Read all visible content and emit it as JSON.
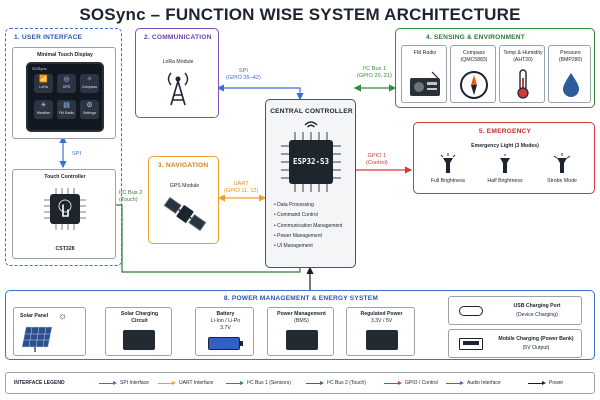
{
  "title": "SOSync – FUNCTION WISE SYSTEM ARCHITECTURE",
  "colors": {
    "spi": "#3a6fd8",
    "uart": "#f0a030",
    "i2c_sensors": "#2f8f3a",
    "i2c_touch": "#2e7d32",
    "gpio": "#d23a3a",
    "audio": "#7b4fc4",
    "power": "#1b1b1b"
  },
  "user_interface": {
    "title": "1. USER INTERFACE",
    "display_label": "Minimal Touch Display",
    "status_time": "SOSync",
    "apps": [
      {
        "label": "LoRa",
        "icon": "lora-icon",
        "glyph": "📶"
      },
      {
        "label": "GPS",
        "icon": "gps-icon",
        "glyph": "◎"
      },
      {
        "label": "Compass",
        "icon": "compass-icon",
        "glyph": "✧"
      },
      {
        "label": "Weather",
        "icon": "weather-icon",
        "glyph": "☀"
      },
      {
        "label": "FM Radio",
        "icon": "radio-icon",
        "glyph": "▤"
      },
      {
        "label": "Settings",
        "icon": "gear-icon",
        "glyph": "⚙"
      }
    ],
    "bus_label": "SPI",
    "touch_label": "Touch Controller",
    "touch_chip": "CST328"
  },
  "communication": {
    "title": "2. COMMUNICATION",
    "module": "LoRa Module",
    "bus": "SPI",
    "pins": "(GPIO 35–42)"
  },
  "sensing": {
    "title": "4. SENSING & ENVIRONMENT",
    "bus": "I²C Bus 1",
    "pins": "(GPIO 20, 21)",
    "items": [
      {
        "name": "FM Radio",
        "sub": ""
      },
      {
        "name": "Compass",
        "sub": "(QMC5883)"
      },
      {
        "name": "Temp & Humidity",
        "sub": "(AHT20)"
      },
      {
        "name": "Pressure",
        "sub": "(BMP280)"
      }
    ]
  },
  "controller": {
    "title": "CENTRAL CONTROLLER",
    "chip": "ESP32-S3",
    "functions": [
      "Data Processing",
      "Command Control",
      "Communication Management",
      "Power Management",
      "UI Management"
    ]
  },
  "navigation": {
    "title": "3. NAVIGATION",
    "module": "GPS Module",
    "bus": "UART",
    "pins": "(GPIO 11, 12)"
  },
  "emergency": {
    "title": "5. EMERGENCY",
    "header": "Emergency Light (3 Modes)",
    "bus": "GPIO 1",
    "pins": "(Control)",
    "modes": [
      "Full Brightness",
      "Half Brightness",
      "Strobe Mode"
    ]
  },
  "touch_bus": {
    "bus": "I²C Bus 2",
    "pins": "(Touch)"
  },
  "power": {
    "title": "8. POWER MANAGEMENT & ENERGY SYSTEM",
    "solar": "Solar Panel",
    "charging": "Solar Charging Circuit",
    "battery": "Battery",
    "battery_type": "Li-Ion / Li-Po",
    "battery_volt": "3.7V",
    "bms": "Power Management",
    "bms_sub": "(BMS)",
    "regulated": "Regulated Power",
    "regulated_sub": "3.3V / 5V",
    "usb": "USB Charging Port",
    "usb_sub": "(Device Charging)",
    "mobile": "Mobile Charging (Power Bank)",
    "mobile_sub": "(5V Output)"
  },
  "legend": {
    "title": "INTERFACE LEGEND",
    "items": [
      {
        "label": "SPI Interface",
        "color": "#3a6fd8"
      },
      {
        "label": "UART Interface",
        "color": "#f0a030"
      },
      {
        "label": "I²C Bus 1 (Sensors)",
        "color": "#2f8f3a"
      },
      {
        "label": "I²C Bus 2 (Touch)",
        "color": "#2e7d32"
      },
      {
        "label": "GPIO / Control",
        "color": "#d23a3a"
      },
      {
        "label": "Audio Interface",
        "color": "#7b4fc4"
      },
      {
        "label": "Power",
        "color": "#1b1b1b"
      }
    ]
  }
}
